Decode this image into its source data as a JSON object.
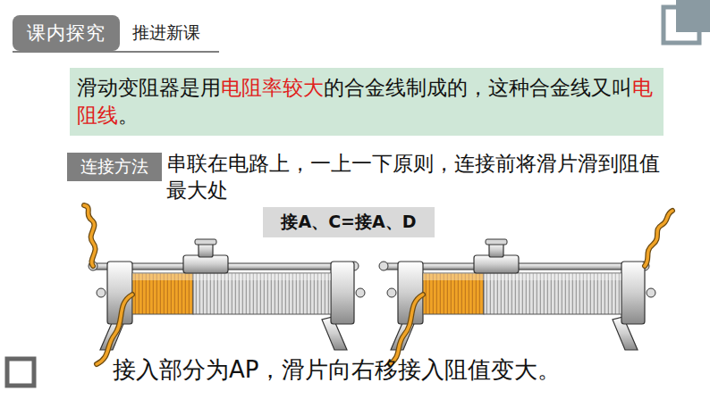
{
  "diagram": {
    "nodes": [
      {
        "text": [
          "课内探究"
        ]
      },
      {
        "text": [
          "滑动变阻器是用",
          "电阻率较大",
          "的合金线制成的，这种合金线又叫",
          "电阻线",
          "。"
        ]
      },
      {
        "text": [
          "连接方法"
        ]
      },
      {
        "text": [
          "接A、C=接A、D"
        ]
      }
    ],
    "labels": [
      "推进新课",
      "串联在电路上，一上一下原则，连接前将滑片滑到阻值最大处",
      "接入部分为AP，滑片向右移接入阻值变大。"
    ]
  }
}
